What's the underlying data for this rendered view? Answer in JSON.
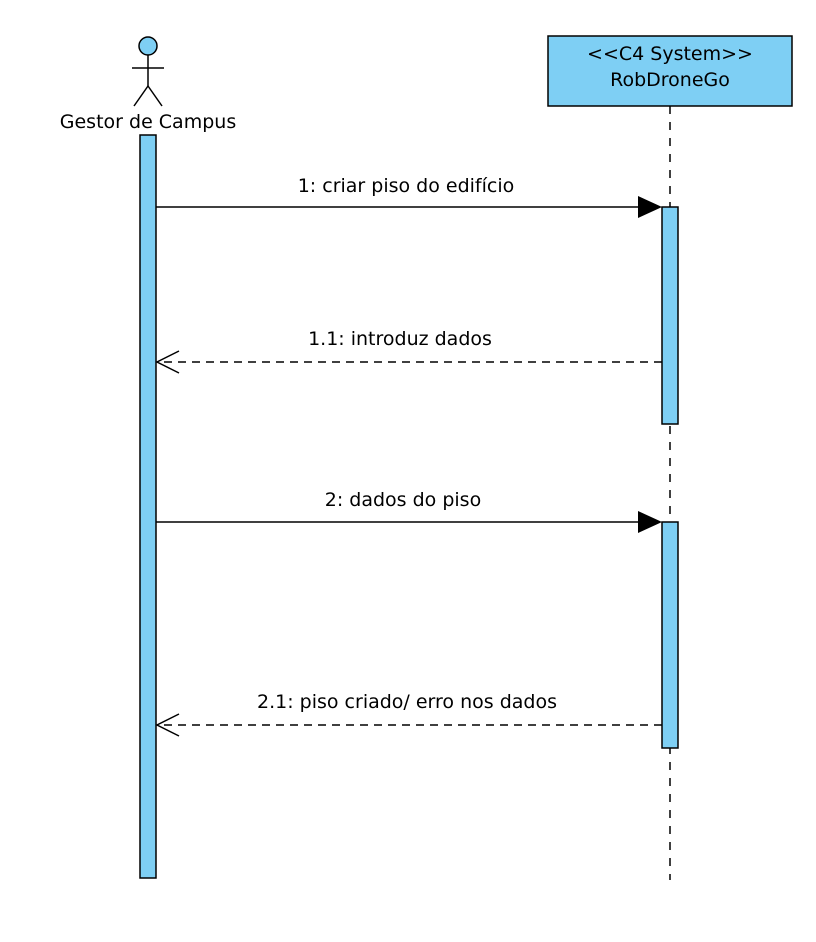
{
  "colors": {
    "fill": "#7ecff4",
    "stroke": "#000000",
    "background": "#ffffff"
  },
  "actor": {
    "name": "Gestor de Campus",
    "icon": "stick-figure-icon"
  },
  "system": {
    "stereotype": "<<C4 System>>",
    "name": "RobDroneGo"
  },
  "messages": [
    {
      "label": "1: criar piso do edifício",
      "kind": "synchronous",
      "from": "Gestor de Campus",
      "to": "RobDroneGo"
    },
    {
      "label": "1.1: introduz dados",
      "kind": "return",
      "from": "RobDroneGo",
      "to": "Gestor de Campus"
    },
    {
      "label": "2: dados do piso",
      "kind": "synchronous",
      "from": "Gestor de Campus",
      "to": "RobDroneGo"
    },
    {
      "label": "2.1: piso criado/ erro nos dados",
      "kind": "return",
      "from": "RobDroneGo",
      "to": "Gestor de Campus"
    }
  ]
}
